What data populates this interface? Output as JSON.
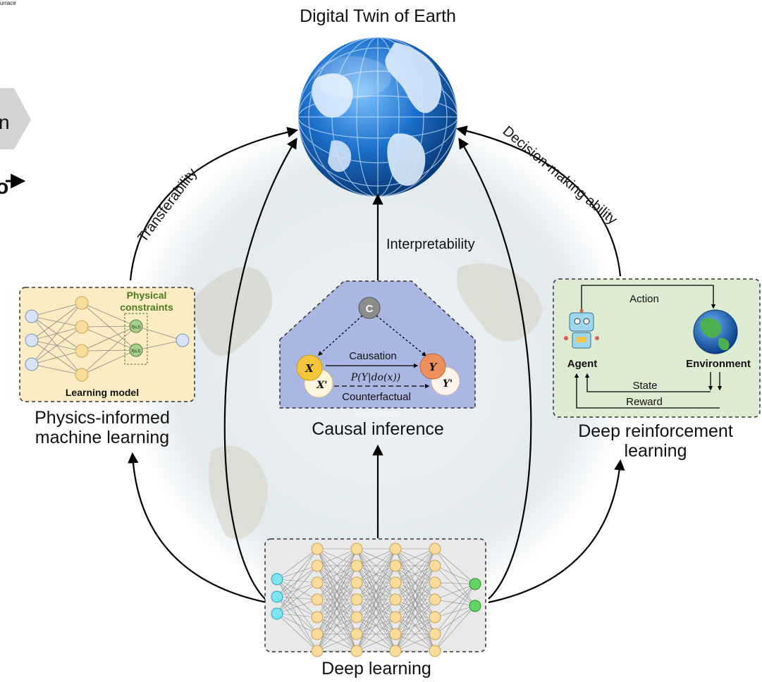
{
  "top_crop": {
    "fragment": "urrace",
    "letter": "n",
    "letter2": "o"
  },
  "earth": {
    "title": "Digital Twin of Earth"
  },
  "arcs": {
    "transferability": "Transferability",
    "interpretability": "Interpretability",
    "decision": "Decision-making ability"
  },
  "piml": {
    "inner_title": "Physical constraints",
    "inner_title_line1": "Physical",
    "inner_title_line2": "constraints",
    "node_label": "f(u,t)",
    "model_label": "Learning model",
    "title_line1": "Physics-informed",
    "title_line2": "machine learning"
  },
  "causal": {
    "confounder": "C",
    "x": "X",
    "x_prime": "X'",
    "y": "Y",
    "y_prime": "Y'",
    "causation": "Causation",
    "do_expr": "P(Y|do(x))",
    "counterfactual": "Counterfactual",
    "title": "Causal inference"
  },
  "drl": {
    "action": "Action",
    "agent": "Agent",
    "environment": "Environment",
    "state": "State",
    "reward": "Reward",
    "title_line1": "Deep reinforcement",
    "title_line2": "learning"
  },
  "dl": {
    "title": "Deep learning"
  },
  "colors": {
    "piml_bg": "#fbecc4",
    "causal_bg": "#aab7e3",
    "drl_bg": "#dcebd2",
    "dl_bg": "#e9e9e9",
    "neuron_yellow": "#f8dc9a",
    "neuron_blue": "#d8e4f5",
    "neuron_cyan": "#7ee3f0",
    "neuron_green": "#5fd65f",
    "ocean": "#1b6fcb"
  }
}
